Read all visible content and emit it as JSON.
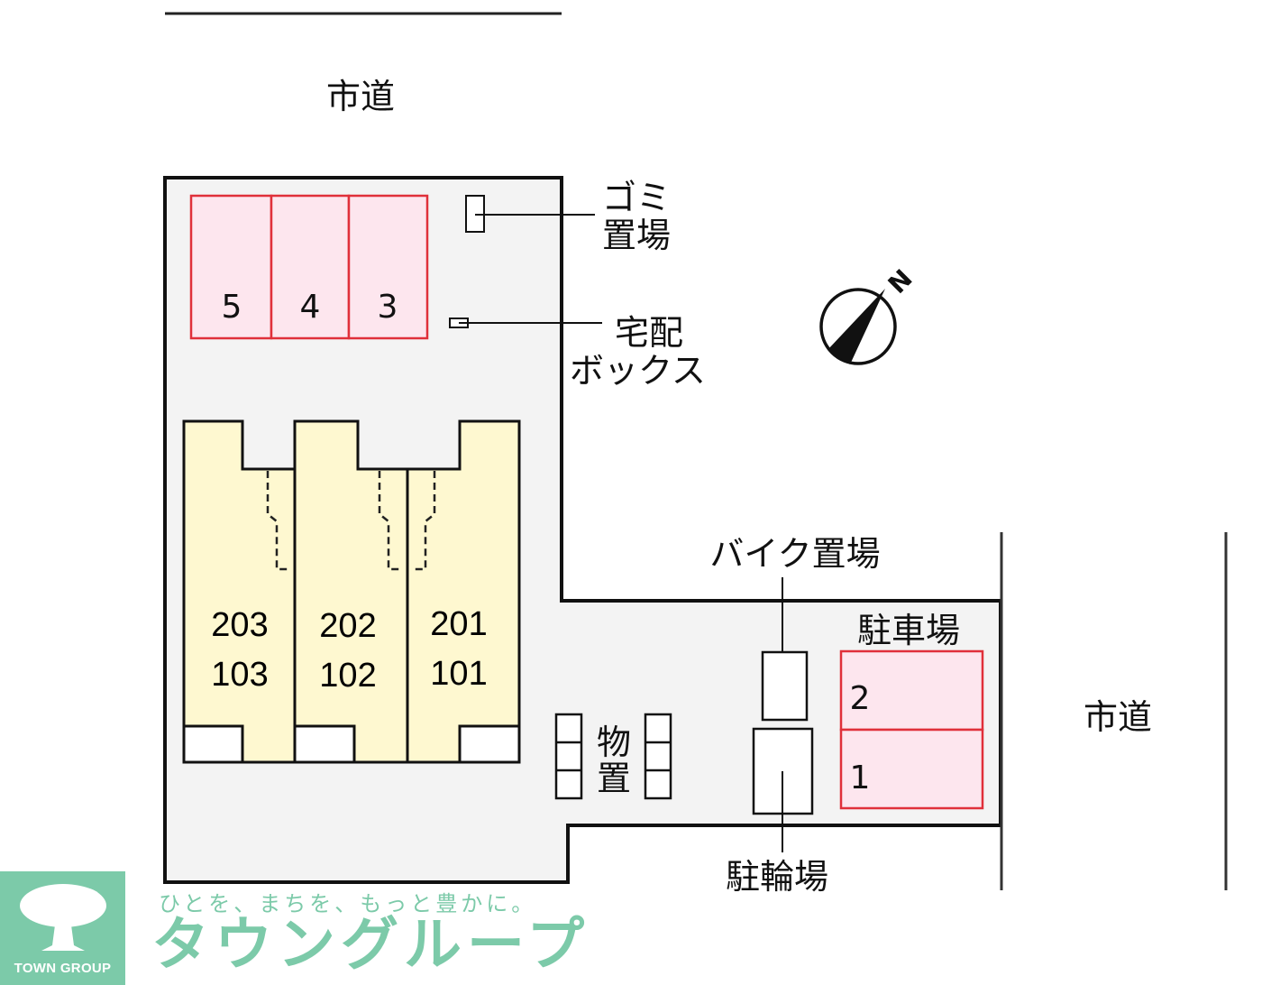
{
  "roads": {
    "north": "市道",
    "east": "市道"
  },
  "parking_bays_north": [
    {
      "label": "5"
    },
    {
      "label": "4"
    },
    {
      "label": "3"
    }
  ],
  "parking_bays_east": [
    {
      "label": "2"
    },
    {
      "label": "1"
    }
  ],
  "parking_east_title": "駐車場",
  "garbage": {
    "line1": "ゴミ",
    "line2": "置場"
  },
  "delivery_box": {
    "line1": "宅配",
    "line2": "ボックス"
  },
  "units": [
    {
      "upper": "203",
      "lower": "103"
    },
    {
      "upper": "202",
      "lower": "102"
    },
    {
      "upper": "201",
      "lower": "101"
    }
  ],
  "storage": {
    "line1": "物",
    "line2": "置"
  },
  "bike_parking": "バイク置場",
  "bicycle_parking": "駐輪場",
  "compass": {
    "north_label": "N"
  },
  "brand": {
    "logo_text": "TOWN GROUP",
    "tagline": "ひとを、まちを、もっと豊かに。",
    "name": "タウングループ",
    "color": "#7ccaa9"
  },
  "colors": {
    "lot_fill": "#f3f3f3",
    "unit_fill": "#fef8d0",
    "parking_fill": "#fde6ee",
    "parking_stroke": "#e0303a"
  }
}
